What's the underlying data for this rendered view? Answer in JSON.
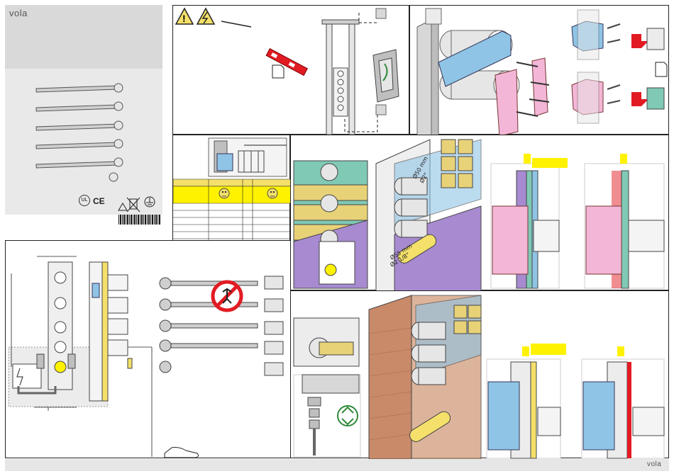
{
  "brand": {
    "logo_top": "vola",
    "logo_bottom": "vola"
  },
  "cert": {
    "ce_mark": "CE",
    "ul_mark": "UL"
  },
  "pipes": {
    "large_label": "Ø50 mm",
    "large_label_inch": "Ø2\"",
    "small_label": "Ø55 mm",
    "small_label_inch": "Ø2 1/8\""
  },
  "colors": {
    "blue": "#8fc4e6",
    "pink": "#f4b6d6",
    "yellow": "#f4e06a",
    "tile": "#e8d278",
    "green": "#7fc9b5",
    "purple": "#a78ad0",
    "brick": "#c98a6a",
    "gray": "#bfbfbf",
    "highlight": "#fff200",
    "red": "#e21b23",
    "footer": "#e6e6e6"
  },
  "icons": [
    "warning-icon",
    "electric-hazard-icon",
    "document-icon",
    "no-climb-icon",
    "recycle-icon",
    "shoe-icon",
    "weee-bin-icon",
    "ground-icon",
    "ce-mark-icon",
    "ul-mark-icon",
    "sad-face-icon"
  ]
}
